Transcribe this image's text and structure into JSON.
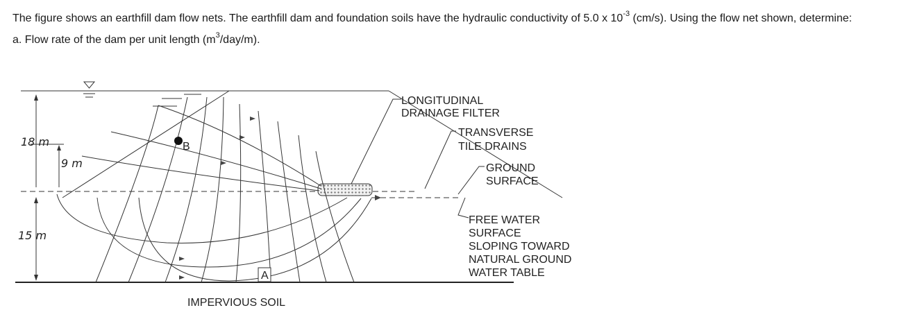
{
  "question": {
    "line1_before": "The figure shows an earthfill dam flow nets. The earthfill dam and foundation soils have the hydraulic conductivity of 5.0 x 10",
    "line1_exp": "-3",
    "line1_after": " (cm/s). Using the flow net shown, determine:",
    "line2_before": "a. Flow rate of the dam per unit length (m",
    "line2_exp": "3",
    "line2_after": "/day/m)."
  },
  "figure": {
    "dim_18": "18 m",
    "dim_9": "9 m",
    "dim_15": "15 m",
    "point_b": "B",
    "point_a": "A",
    "longitudinal": [
      "LONGITUDINAL",
      "DRAINAGE FILTER"
    ],
    "transverse": [
      "TRANSVERSE",
      "TILE DRAINS"
    ],
    "ground": [
      "GROUND",
      "SURFACE"
    ],
    "free_water": [
      "FREE WATER",
      "SURFACE",
      "SLOPING TOWARD",
      "NATURAL GROUND",
      "WATER TABLE"
    ],
    "impervious": "IMPERVIOUS SOIL"
  }
}
